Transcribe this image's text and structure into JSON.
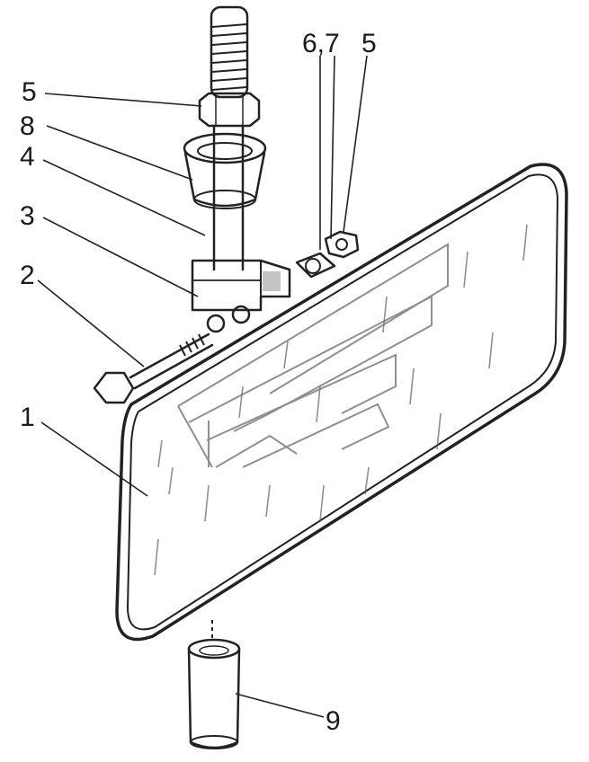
{
  "callouts": [
    {
      "id": "c5a",
      "text": "5"
    },
    {
      "id": "c8",
      "text": "8"
    },
    {
      "id": "c4",
      "text": "4"
    },
    {
      "id": "c3",
      "text": "3"
    },
    {
      "id": "c2",
      "text": "2"
    },
    {
      "id": "c1",
      "text": "1"
    },
    {
      "id": "c67",
      "text": "6,7"
    },
    {
      "id": "c5b",
      "text": "5"
    },
    {
      "id": "c9",
      "text": "9"
    }
  ],
  "colors": {
    "ink": "#222222",
    "paper": "#ffffff"
  }
}
